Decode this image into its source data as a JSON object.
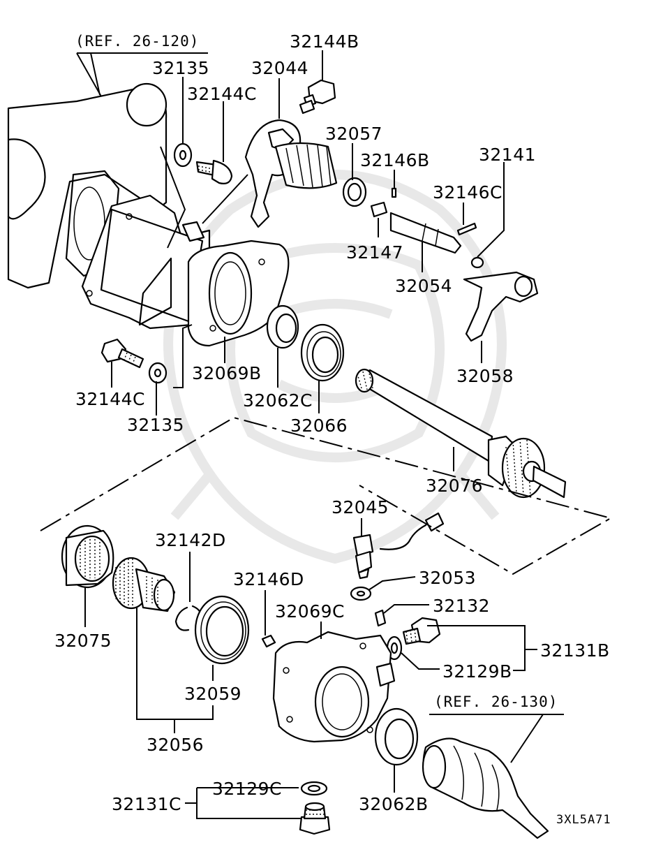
{
  "diagram": {
    "references": {
      "ref_upper": "(REF. 26-120)",
      "ref_lower": "(REF. 26-130)"
    },
    "diagram_code": "3XL5A71",
    "labels": {
      "p32144B": "32144B",
      "p32135_top": "32135",
      "p32044": "32044",
      "p32144C_top": "32144C",
      "p32057": "32057",
      "p32146B": "32146B",
      "p32141": "32141",
      "p32146C": "32146C",
      "p32147": "32147",
      "p32054": "32054",
      "p32058": "32058",
      "p32069B": "32069B",
      "p32062C": "32062C",
      "p32066": "32066",
      "p32144C_bottom": "32144C",
      "p32135_bottom": "32135",
      "p32076": "32076",
      "p32045": "32045",
      "p32053": "32053",
      "p32142D": "32142D",
      "p32146D": "32146D",
      "p32132": "32132",
      "p32069C": "32069C",
      "p32131B": "32131B",
      "p32129B": "32129B",
      "p32075": "32075",
      "p32059": "32059",
      "p32056": "32056",
      "p32062B": "32062B",
      "p32129C": "32129C",
      "p32131C": "32131C"
    }
  }
}
